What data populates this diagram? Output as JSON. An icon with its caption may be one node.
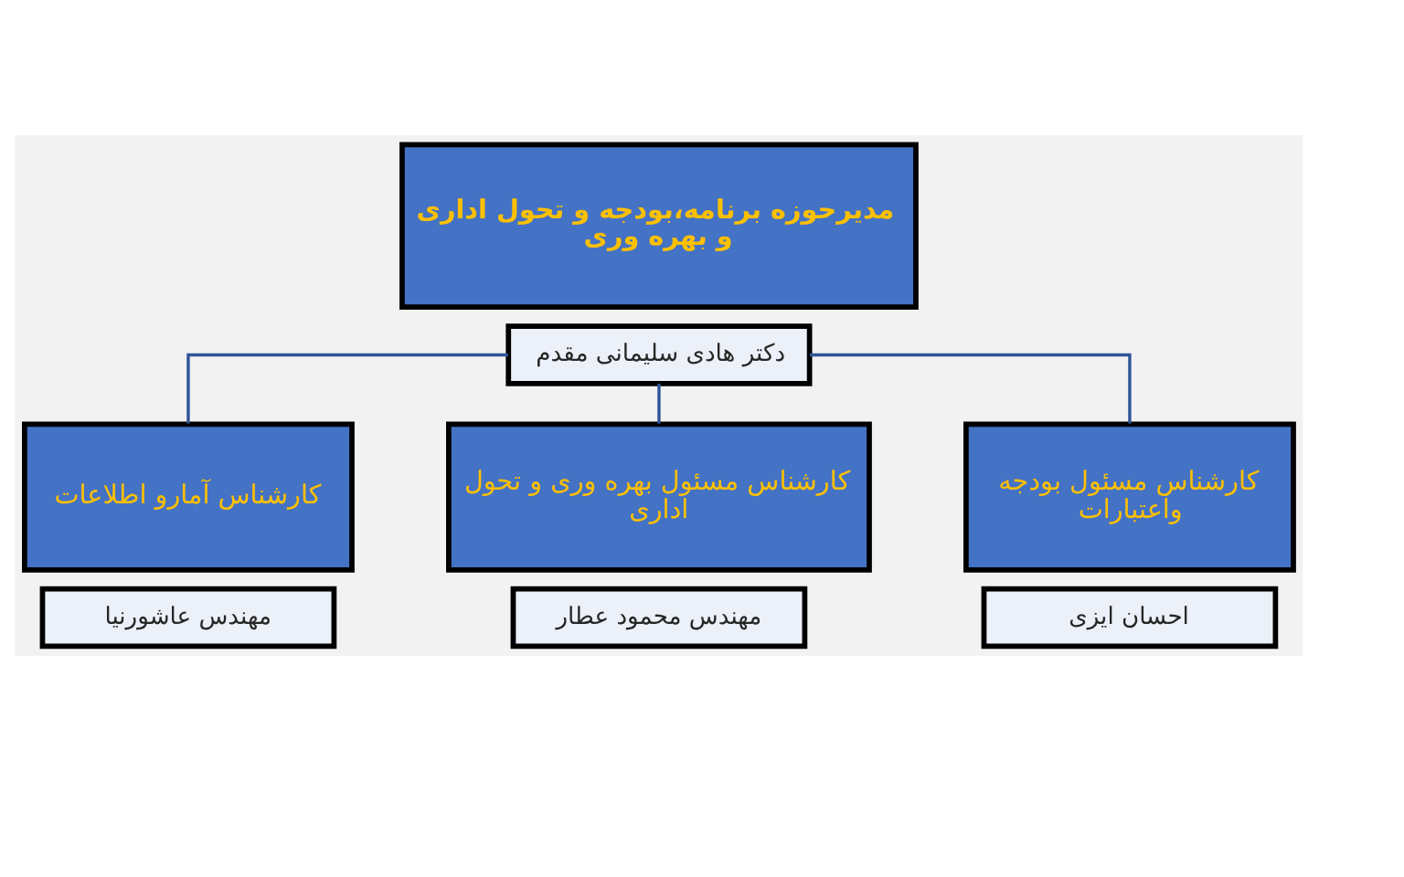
{
  "diagram": {
    "nodes": [
      {
        "text": [
          "مدیرحوزه برنامه،بودجه و تحول اداری و بهره وری"
        ]
      },
      {
        "text": [
          "دکتر هادی سلیمانی مقدم"
        ]
      },
      {
        "text": [
          "کارشناس مسئول بودجه واعتبارات"
        ]
      },
      {
        "text": [
          "احسان ایزی"
        ]
      },
      {
        "text": [
          "کارشناس مسئول بهره وری و تحول اداری"
        ]
      },
      {
        "text": [
          "مهندس محمود عطار"
        ]
      },
      {
        "text": [
          "کارشناس آمارو اطلاعات"
        ]
      },
      {
        "text": [
          "مهندس عاشورنیا"
        ]
      }
    ],
    "edges": [
      {
        "from": 1,
        "to": 2,
        "arrow": "none"
      },
      {
        "from": 1,
        "to": 4,
        "arrow": "none"
      },
      {
        "from": 1,
        "to": 6,
        "arrow": "none"
      }
    ]
  }
}
